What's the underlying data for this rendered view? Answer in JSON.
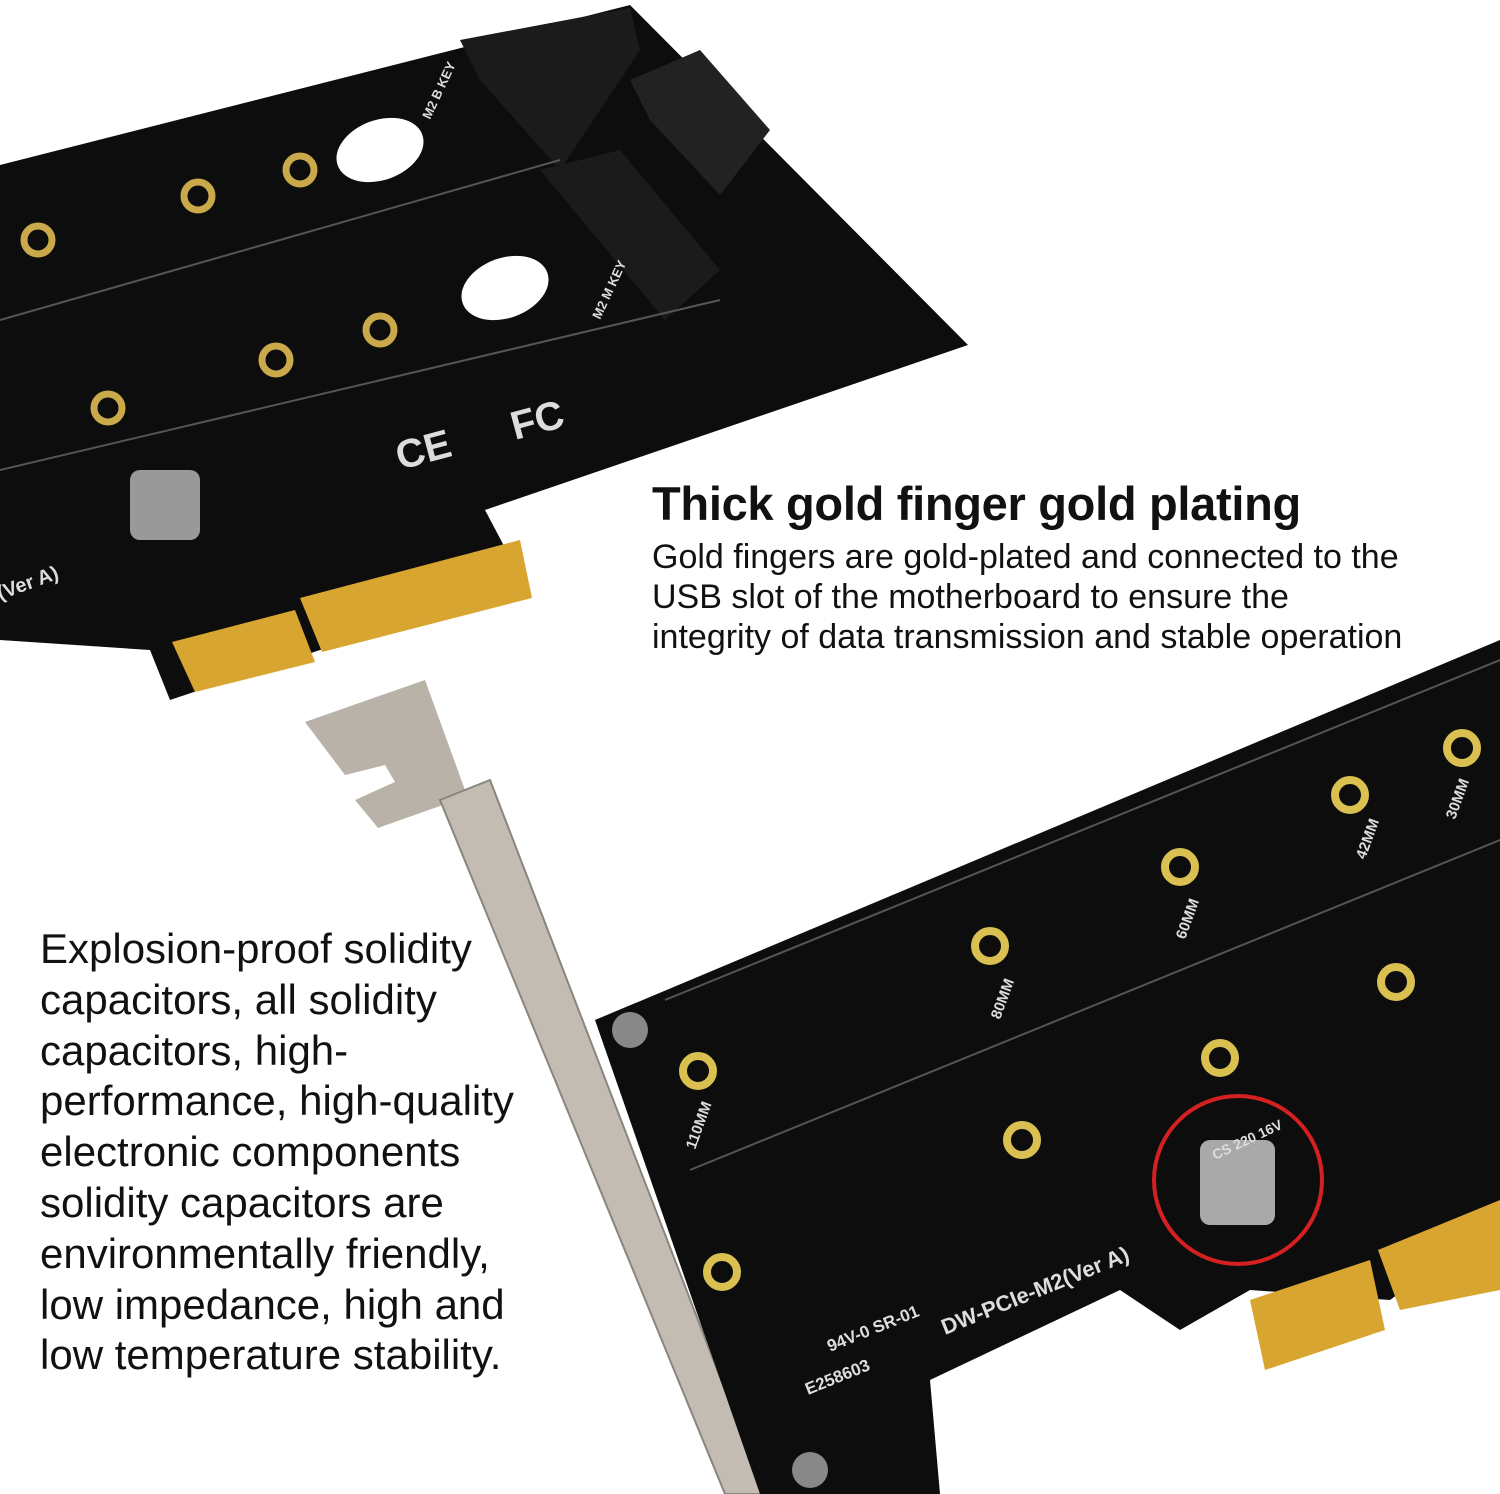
{
  "feature_gold_finger": {
    "heading": "Thick gold finger gold plating",
    "description": "Gold fingers are gold-plated and connected to the USB slot of the motherboard to ensure the integrity of data transmission and stable operation"
  },
  "feature_capacitors": {
    "description": "Explosion-proof solidity capacitors, all solidity capacitors, high-performance, high-quality electronic components solidity capacitors are environmentally friendly, low impedance, high and low temperature stability."
  },
  "board_silkscreen": {
    "model": "DW-PCIe-M2(Ver A)",
    "model_top": "(Ver A)",
    "cert": "94V-0 SR-01",
    "ul_number": "E258603",
    "b_key": "M2 B KEY",
    "m_key": "M2 M KEY",
    "capacitor": "CS 220 16V",
    "lengths": [
      "30MM",
      "42MM",
      "60MM",
      "80MM",
      "110MM"
    ],
    "ce_mark": "CE",
    "fc_mark": "FC"
  },
  "colors": {
    "pcb": "#0d0d0d",
    "gold": "#d9a531",
    "bracket": "#b8b2a8",
    "highlight_circle": "#d42020",
    "text": "#111111"
  }
}
